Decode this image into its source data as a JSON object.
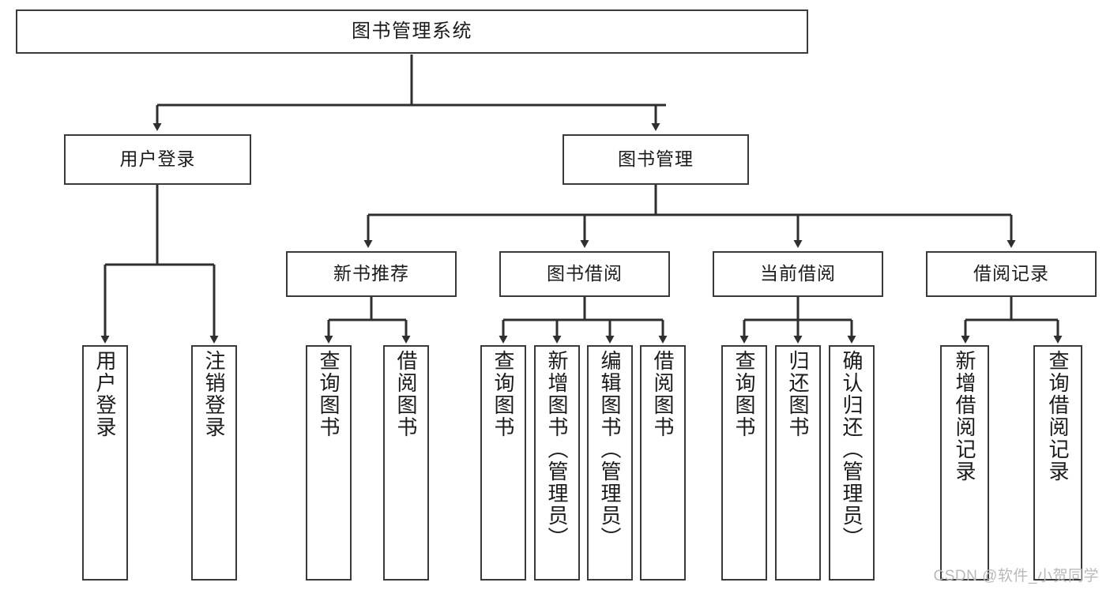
{
  "diagram": {
    "type": "tree",
    "title": "图书管理系统",
    "colors": {
      "node_border": "#3a3a3a",
      "node_fill": "#ffffff",
      "edge": "#2f2f2f",
      "text": "#1b1b1b",
      "watermark": "#b9b9b9",
      "background": "#ffffff"
    },
    "root": {
      "label": "图书管理系统"
    },
    "level2": [
      {
        "label": "用户登录"
      },
      {
        "label": "图书管理"
      }
    ],
    "level3": [
      {
        "label": "新书推荐"
      },
      {
        "label": "图书借阅"
      },
      {
        "label": "当前借阅"
      },
      {
        "label": "借阅记录"
      }
    ],
    "leaves": {
      "user_login": [
        {
          "label": "用户登录"
        },
        {
          "label": "注销登录"
        }
      ],
      "new_book": [
        {
          "label": "查询图书"
        },
        {
          "label": "借阅图书"
        }
      ],
      "book_borrow": [
        {
          "label": "查询图书"
        },
        {
          "label": "新增图书（管理员）"
        },
        {
          "label": "编辑图书（管理员）"
        },
        {
          "label": "借阅图书"
        }
      ],
      "current_borrow": [
        {
          "label": "查询图书"
        },
        {
          "label": "归还图书"
        },
        {
          "label": "确认归还（管理员）"
        }
      ],
      "borrow_record": [
        {
          "label": "新增借阅记录"
        },
        {
          "label": "查询借阅记录"
        }
      ]
    }
  },
  "watermark": {
    "text": "CSDN @软件_小贺同学"
  }
}
